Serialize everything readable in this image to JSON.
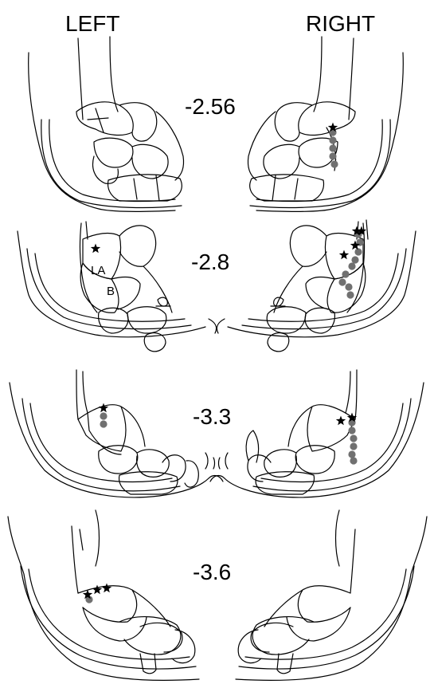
{
  "headers": {
    "left": "LEFT",
    "right": "RIGHT"
  },
  "sections": [
    {
      "coordinate": "-2.56"
    },
    {
      "coordinate": "-2.8"
    },
    {
      "coordinate": "-3.3"
    },
    {
      "coordinate": "-3.6"
    }
  ],
  "region_labels": {
    "la": "LA",
    "b": "B"
  },
  "marker_colors": {
    "dot": "#707070",
    "star": "#000000"
  },
  "marker_types": {
    "dot": "grey-circle",
    "star": "black-star"
  }
}
